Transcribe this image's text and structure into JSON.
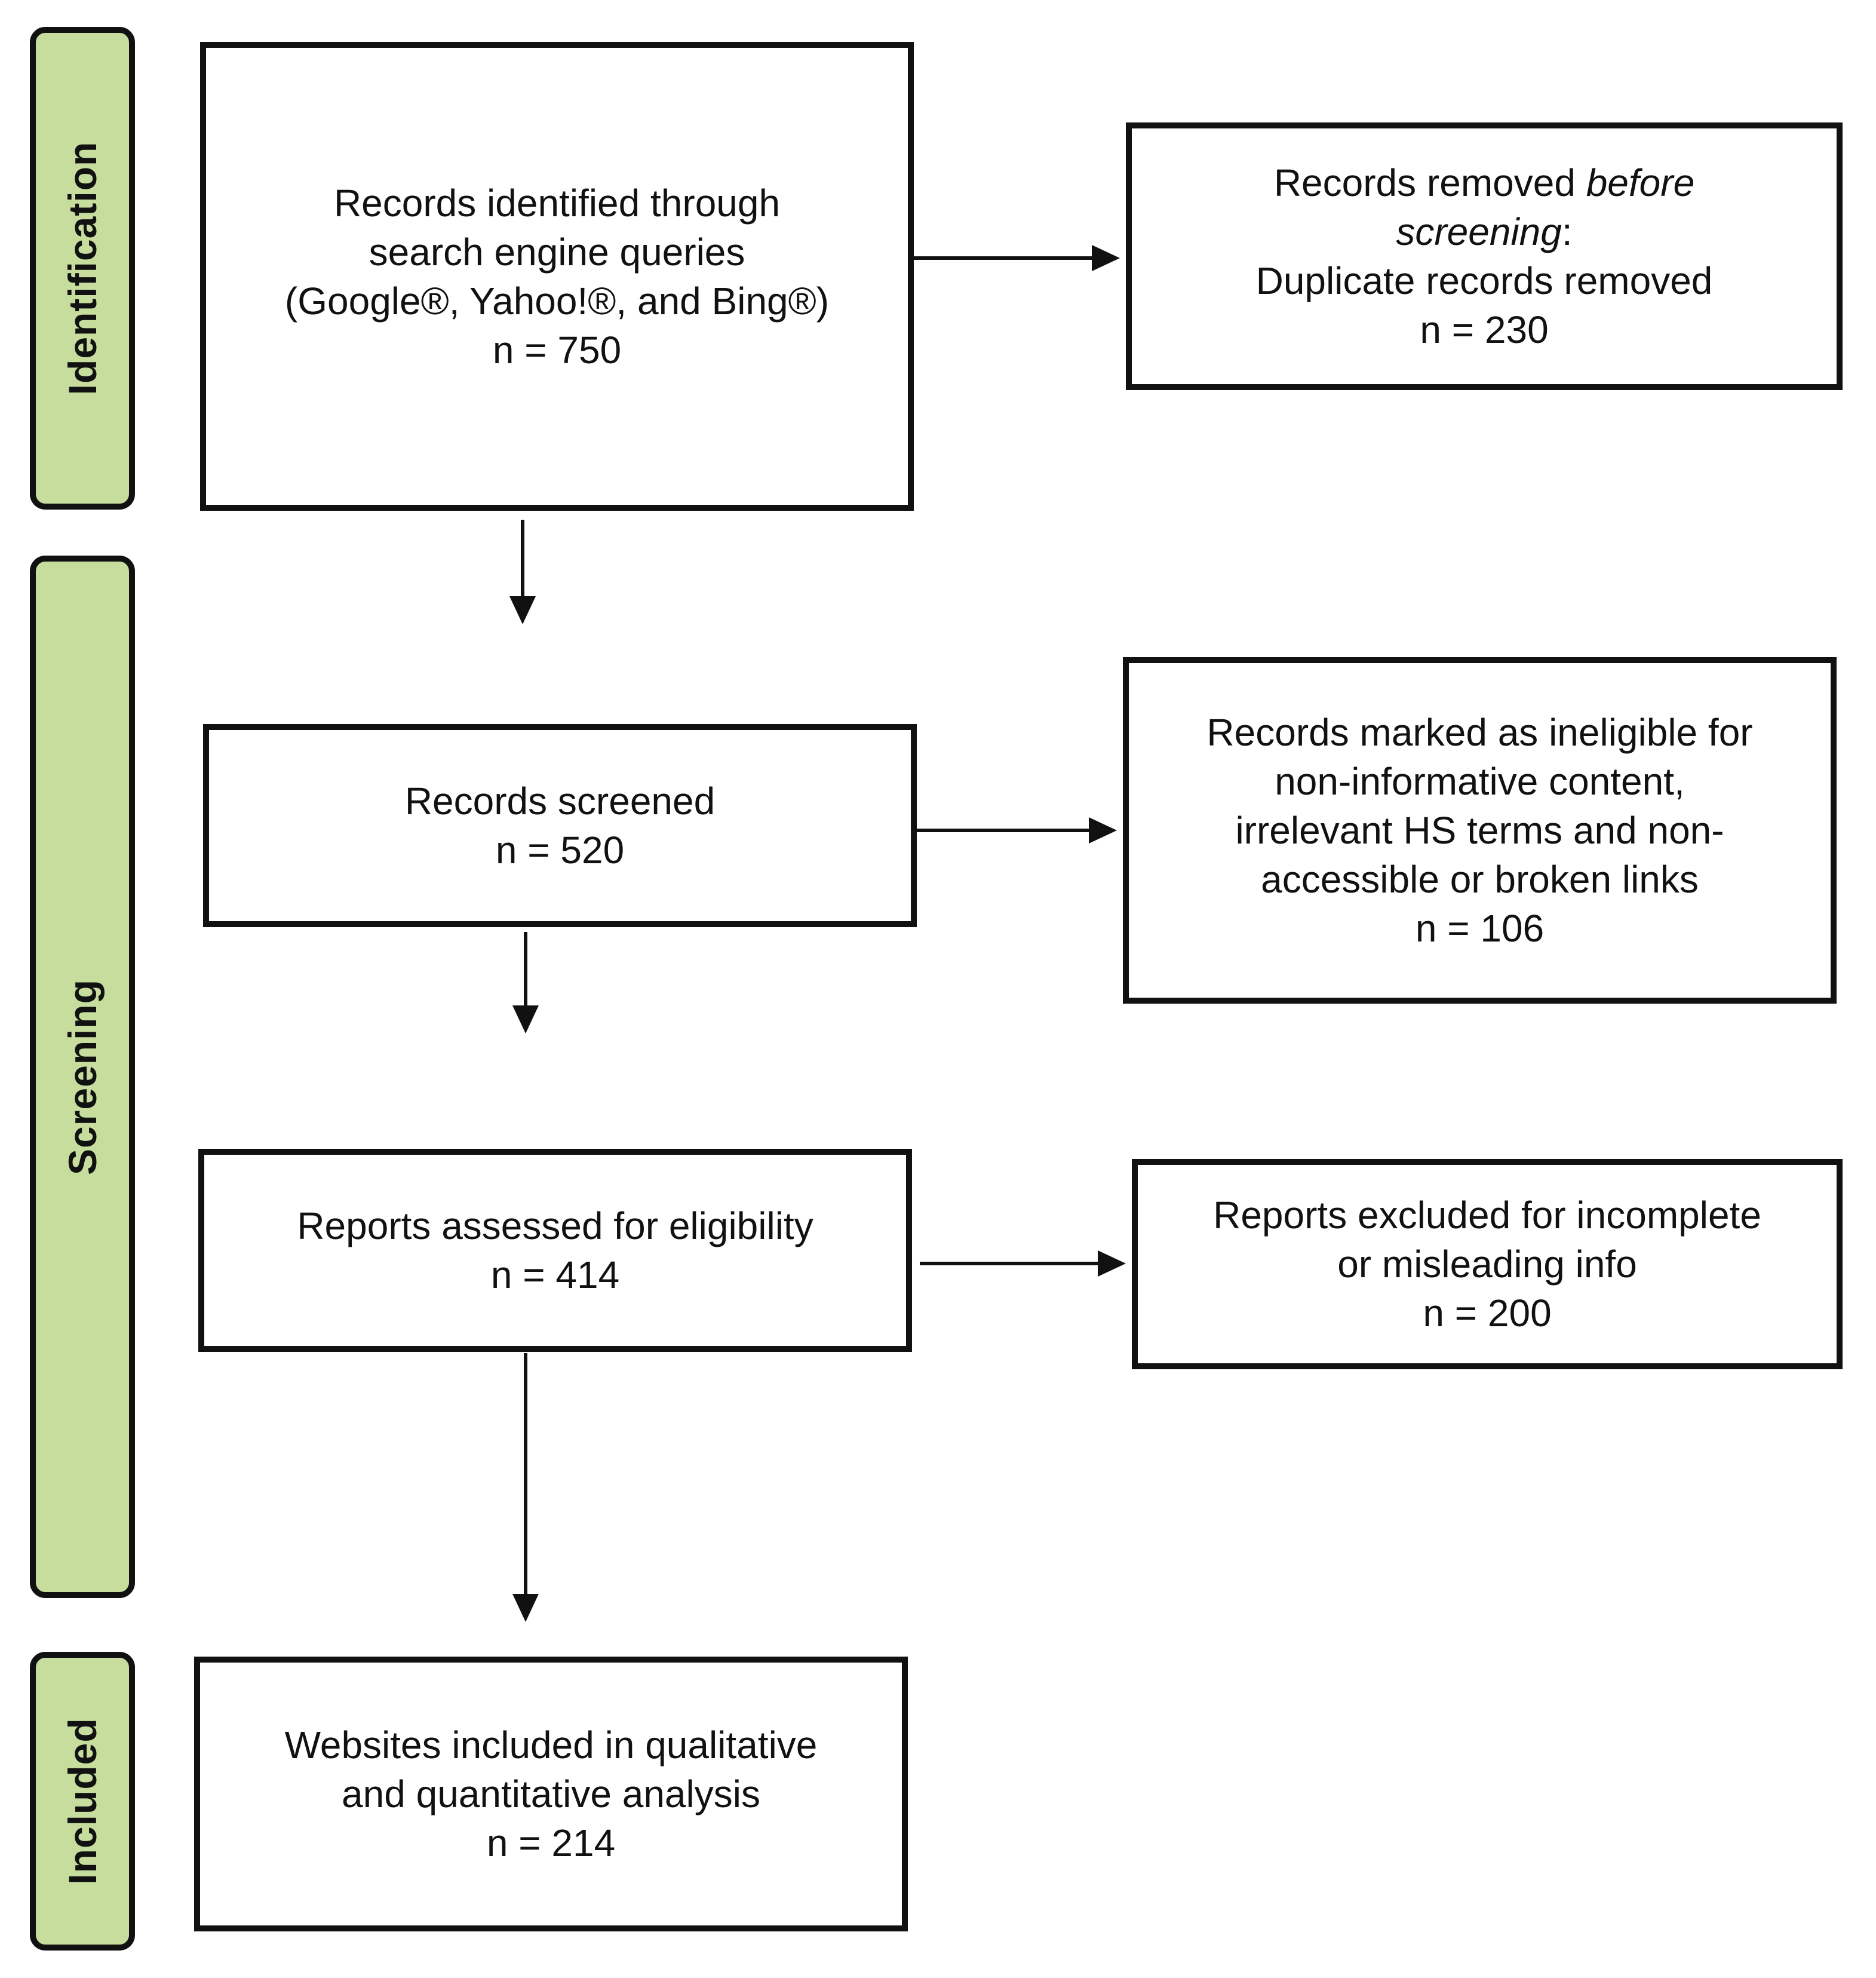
{
  "phases": {
    "identification": "Identification",
    "screening": "Screening",
    "included": "Included"
  },
  "boxes": {
    "identified": {
      "line1": "Records identified through",
      "line2": "search engine queries",
      "line3": "(Google®, Yahoo!®, and Bing®)",
      "count": "n = 750"
    },
    "removed": {
      "line1_regular": "Records removed ",
      "line1_italic": "before",
      "line2_italic": "screening",
      "line2_regular": ":",
      "line3": "Duplicate records removed",
      "count": "n = 230"
    },
    "screened": {
      "line1": "Records screened",
      "count": "n = 520"
    },
    "ineligible": {
      "line1": "Records marked as ineligible for",
      "line2": "non-informative content,",
      "line3": "irrelevant HS terms and non-",
      "line4": "accessible or broken links",
      "count": "n = 106"
    },
    "assessed": {
      "line1": "Reports assessed for eligibility",
      "count": "n = 414"
    },
    "excluded": {
      "line1": "Reports excluded for incomplete",
      "line2": "or misleading info",
      "count": "n = 200"
    },
    "included": {
      "line1": "Websites included in qualitative",
      "line2": "and quantitative analysis",
      "count": "n = 214"
    }
  },
  "colors": {
    "phase_fill": "#c6dd9e",
    "stroke": "#111111"
  }
}
